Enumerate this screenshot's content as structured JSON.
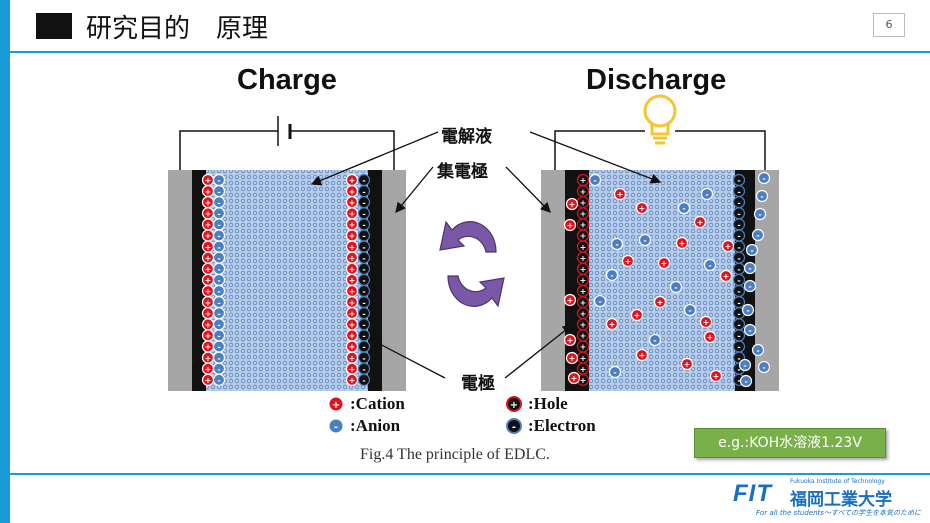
{
  "header": {
    "title": "研究目的　原理",
    "page_number": "6"
  },
  "panels": {
    "charge_title": "Charge",
    "discharge_title": "Discharge"
  },
  "labels": {
    "electrolyte": "電解液",
    "current_collector": "集電極",
    "electrode": "電極"
  },
  "legend": {
    "cation": ":Cation",
    "anion": ":Anion",
    "hole": ":Hole",
    "electron": ":Electron",
    "plus_symbol": "+",
    "minus_symbol": "-"
  },
  "caption": "Fig.4 The principle of EDLC.",
  "example_box": "e.g.:KOH水溶液1.23V",
  "logo": {
    "abbr": "FIT",
    "name_jp": "福岡工業大学",
    "name_en": "Fukuoka Institute of Technology",
    "tagline": "For all the students～すべての学生を本気のために"
  },
  "colors": {
    "accent": "#1a9ad6",
    "cation": "#e0141e",
    "anion": "#4a7fc1",
    "electrode": "#111111",
    "collector": "#a6a6a6",
    "electrolyte": "#b7cde9",
    "cycle_arrow": "#7a58a8",
    "bulb": "#f5c430",
    "example_bg": "#7ab04a"
  }
}
